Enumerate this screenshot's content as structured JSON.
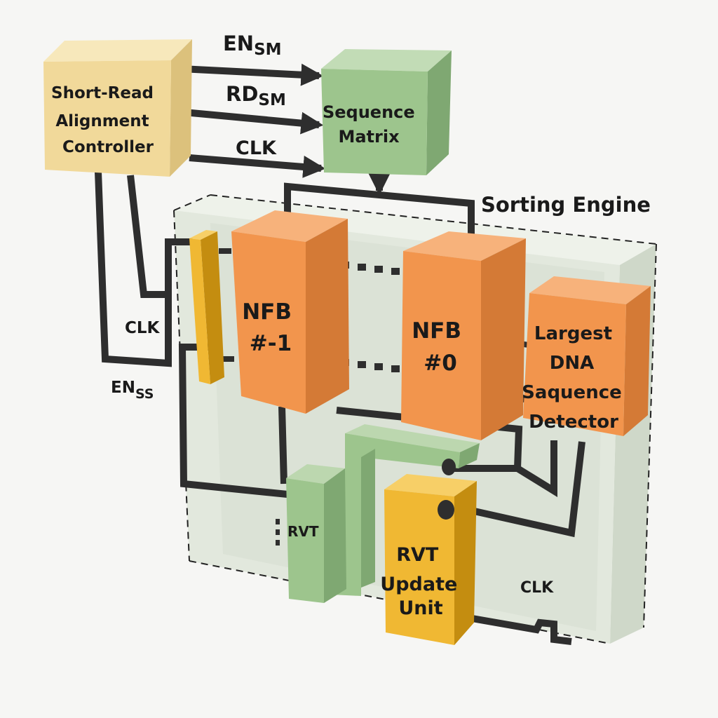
{
  "diagram": {
    "container": {
      "label": "Sorting Engine"
    },
    "blocks": {
      "controller": {
        "lines": [
          "Short-Read",
          "Alignment",
          "Controller"
        ]
      },
      "sequence_matrix": {
        "lines": [
          "Sequence",
          "Matrix"
        ]
      },
      "nfb_minus1": {
        "lines": [
          "NFB",
          "#-1"
        ]
      },
      "nfb_0": {
        "lines": [
          "NFB",
          "#0"
        ]
      },
      "detector": {
        "lines": [
          "Largest",
          "DNA",
          "Saquence",
          "Detector"
        ]
      },
      "rvt": {
        "lines": [
          "RVT"
        ]
      },
      "rvt_update": {
        "lines": [
          "RVT",
          "Update",
          "Unit"
        ]
      }
    },
    "signals": {
      "en_sm": {
        "base": "EN",
        "sub": "SM"
      },
      "rd_sm": {
        "base": "RD",
        "sub": "SM"
      },
      "clk_top": "CLK",
      "clk_left": "CLK",
      "en_ss": {
        "base": "EN",
        "sub": "SS"
      },
      "clk_bottom": "CLK"
    },
    "colors": {
      "controller": "#f1d99a",
      "sequence_matrix": "#9dc58d",
      "nfb": "#f2954d",
      "rvt": "#9dc58d",
      "rvt_update": "#f0b833",
      "latch": "#f0b833",
      "container": "#dfe6da",
      "wire": "#2e2e2e"
    }
  }
}
